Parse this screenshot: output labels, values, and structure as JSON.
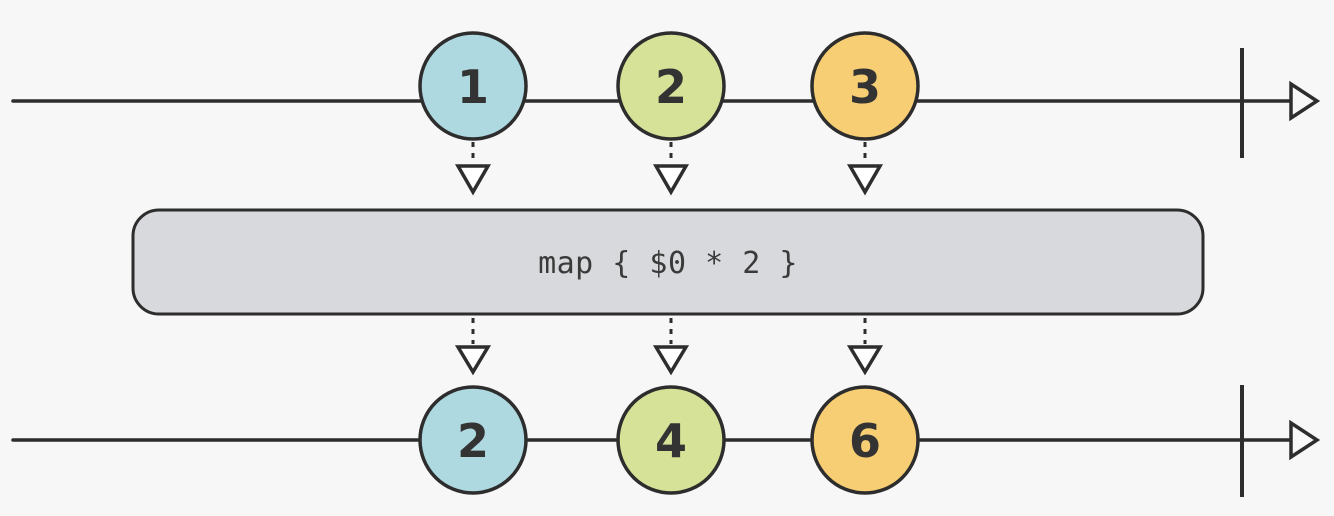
{
  "operator": {
    "label": "map { $0 * 2 }"
  },
  "streams": {
    "source": {
      "marbles": [
        {
          "value": "1",
          "color": "#aed9e1"
        },
        {
          "value": "2",
          "color": "#d5e297"
        },
        {
          "value": "3",
          "color": "#f7ce73"
        }
      ]
    },
    "output": {
      "marbles": [
        {
          "value": "2",
          "color": "#aed9e1"
        },
        {
          "value": "4",
          "color": "#d5e297"
        },
        {
          "value": "6",
          "color": "#f7ce73"
        }
      ]
    }
  },
  "colors": {
    "background": "#f7f7f7",
    "stroke": "#2d2d2d",
    "operator_box_fill": "#d8d9dd",
    "marble_blue": "#aed9e1",
    "marble_green": "#d5e297",
    "marble_orange": "#f7ce73",
    "text": "#333333"
  },
  "icons": {
    "timeline_arrow": "right-hollow-triangle",
    "emit_arrow": "down-hollow-triangle",
    "completion_marker": "vertical-bar"
  }
}
